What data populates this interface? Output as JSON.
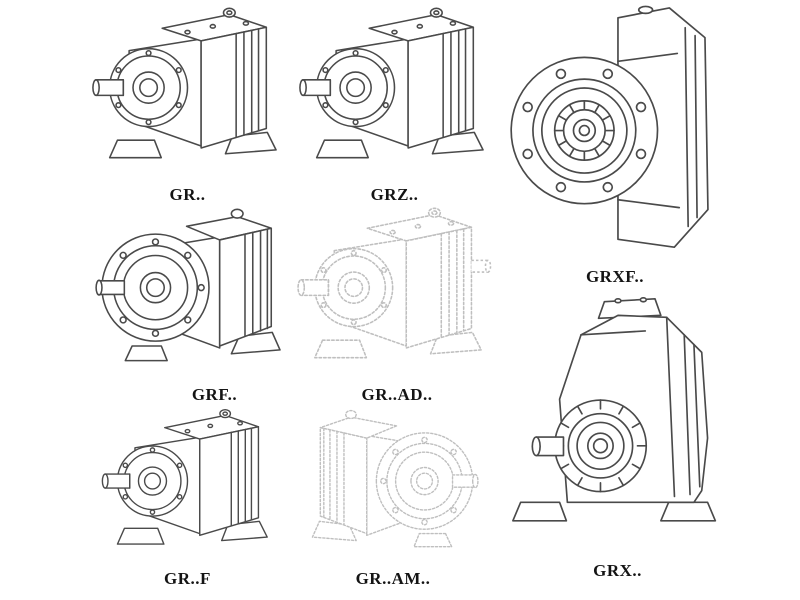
{
  "page": {
    "background": "#ffffff",
    "line_color": "#4a4a4a",
    "ghost_line_color": "#bfbfbf",
    "label_color": "#141414"
  },
  "models": [
    {
      "label": "GR..",
      "drawing": "foot-mounted-helical-gearbox",
      "style": "solid"
    },
    {
      "label": "GRZ..",
      "drawing": "foot-mounted-helical-gearbox",
      "style": "solid"
    },
    {
      "label": "GRXF..",
      "drawing": "flange-mounted-gearbox-front-view",
      "style": "solid"
    },
    {
      "label": "GRF..",
      "drawing": "flange-input-gearbox",
      "style": "solid"
    },
    {
      "label": "GR..AD..",
      "drawing": "gearbox-with-input-adapter",
      "style": "ghost"
    },
    {
      "label": "GR..F",
      "drawing": "foot-mounted-helical-gearbox",
      "style": "solid"
    },
    {
      "label": "GR..AM..",
      "drawing": "gearbox-with-motor-adapter-flange",
      "style": "ghost"
    },
    {
      "label": "GRX..",
      "drawing": "large-foot-mounted-gearbox",
      "style": "solid"
    }
  ]
}
